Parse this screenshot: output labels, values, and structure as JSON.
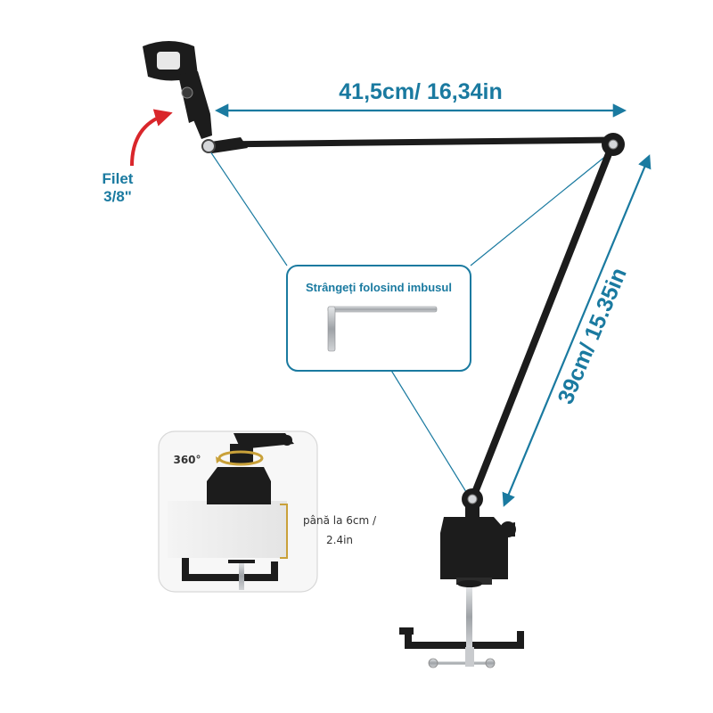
{
  "colors": {
    "accent": "#1a7aa0",
    "arrow_red": "#d9262b",
    "metal_black": "#1c1c1c",
    "wrench_silver": "#b9bcc0",
    "bracket_gold": "#c9a13a"
  },
  "icons": {
    "thread_arrow": "red-curved-arrow-icon",
    "hex_key": "hex-key-icon",
    "rotation": "rotation-arrow-icon"
  },
  "labels": {
    "horizontal_length": "41,5cm/ 16,34in",
    "vertical_length": "39cm/ 15.35in",
    "thread_line1": "Filet",
    "thread_line2": "3/8\"",
    "tighten_callout": "Strângeți folosind imbusul",
    "rotation": "360°",
    "clamp_range_line1": "până la  6cm /",
    "clamp_range_line2": "2.4in"
  }
}
